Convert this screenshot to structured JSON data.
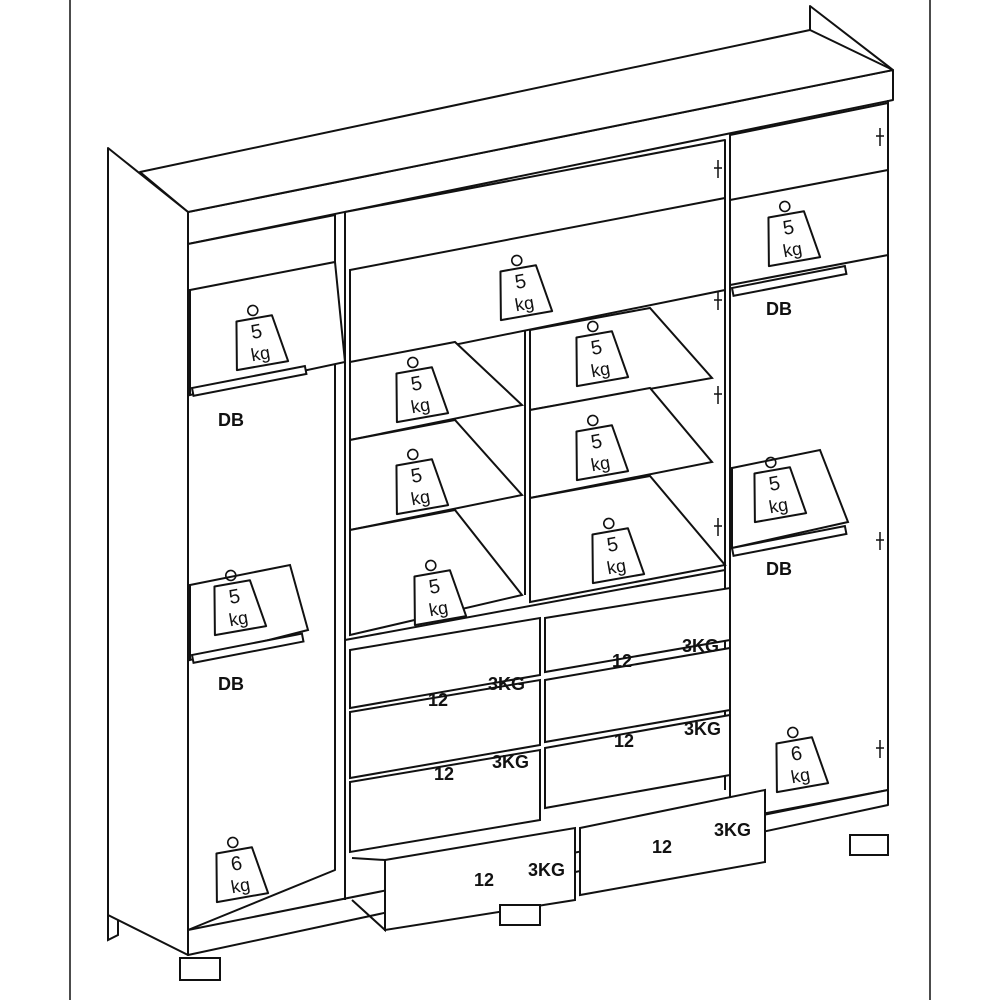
{
  "weight_badges": [
    {
      "id": "top-left-shelf",
      "number": "5",
      "unit": "kg"
    },
    {
      "id": "top-center-shelf",
      "number": "5",
      "unit": "kg"
    },
    {
      "id": "top-right-shelf",
      "number": "5",
      "unit": "kg"
    },
    {
      "id": "center-left-shelf-1",
      "number": "5",
      "unit": "kg"
    },
    {
      "id": "center-left-shelf-2",
      "number": "5",
      "unit": "kg"
    },
    {
      "id": "center-left-shelf-3",
      "number": "5",
      "unit": "kg"
    },
    {
      "id": "center-right-shelf-1",
      "number": "5",
      "unit": "kg"
    },
    {
      "id": "center-right-shelf-2",
      "number": "5",
      "unit": "kg"
    },
    {
      "id": "center-right-shelf-3",
      "number": "5",
      "unit": "kg"
    },
    {
      "id": "left-middle-shelf",
      "number": "5",
      "unit": "kg"
    },
    {
      "id": "right-middle-shelf",
      "number": "5",
      "unit": "kg"
    },
    {
      "id": "left-bottom-floor",
      "number": "6",
      "unit": "kg"
    },
    {
      "id": "right-bottom-floor",
      "number": "6",
      "unit": "kg"
    }
  ],
  "rail_labels": [
    "DB",
    "DB",
    "DB",
    "DB"
  ],
  "drawers": [
    {
      "count": "12",
      "weight": "3KG"
    },
    {
      "count": "12",
      "weight": "3KG"
    },
    {
      "count": "12",
      "weight": "3KG"
    },
    {
      "count": "12",
      "weight": "3KG"
    },
    {
      "count": "12",
      "weight": "3KG"
    },
    {
      "count": "12",
      "weight": "3KG"
    }
  ]
}
